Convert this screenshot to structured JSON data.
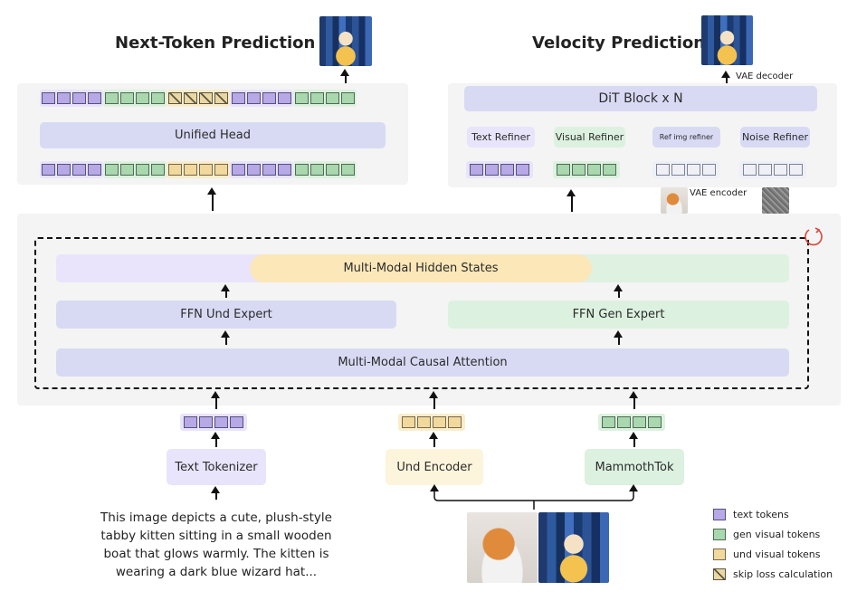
{
  "left": {
    "title": "Next-Token Prediction",
    "head_label": "Unified Head",
    "top_strip": [
      "t",
      "t",
      "t",
      "t",
      "g",
      "g",
      "g",
      "g",
      "s",
      "s",
      "s",
      "s",
      "t",
      "t",
      "t",
      "t",
      "g",
      "g",
      "g",
      "g"
    ],
    "bottom_strip": [
      "t",
      "t",
      "t",
      "t",
      "g",
      "g",
      "g",
      "g",
      "u",
      "u",
      "u",
      "u",
      "t",
      "t",
      "t",
      "t",
      "g",
      "g",
      "g",
      "g"
    ]
  },
  "right": {
    "title": "Velocity Prediction",
    "vae_decoder": "VAE decoder",
    "dit_block": "DiT Block x N",
    "refiners": [
      "Text Refiner",
      "Visual Refiner",
      "Ref img refiner",
      "Noise Refiner"
    ],
    "vae_encoder": "VAE encoder"
  },
  "core": {
    "hidden_states": "Multi-Modal Hidden States",
    "ffn_und": "FFN Und Expert",
    "ffn_gen": "FFN Gen Expert",
    "attention": "Multi-Modal  Causal Attention"
  },
  "inputs": {
    "text_tokenizer": "Text Tokenizer",
    "und_encoder": "Und Encoder",
    "mammothtok": "MammothTok",
    "description": "This image depicts a cute, plush-style tabby kitten sitting in a small wooden boat that glows warmly. The kitten is wearing a dark blue wizard hat..."
  },
  "legend": [
    {
      "type": "t",
      "label": "text tokens"
    },
    {
      "type": "g",
      "label": "gen visual tokens"
    },
    {
      "type": "u",
      "label": "und visual tokens"
    },
    {
      "type": "s",
      "label": "skip loss calculation"
    }
  ],
  "colors": {
    "text_token": "#b7a8e6",
    "gen_token": "#a9d7ae",
    "und_token": "#f1d89d",
    "und_bar": "#d8daf4",
    "gen_bar": "#dcf1df",
    "hidden_mid": "#fbe7b8",
    "loop": "#d9463c"
  }
}
